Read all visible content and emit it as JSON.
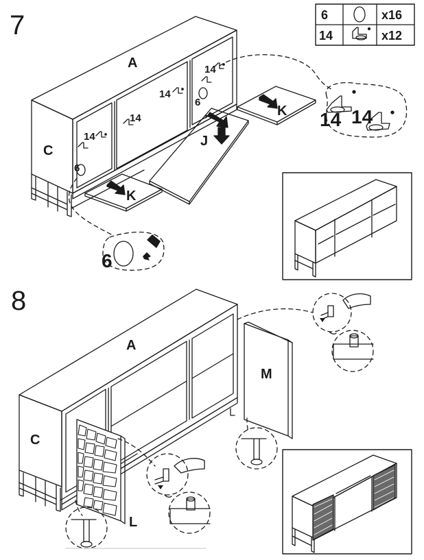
{
  "step7": {
    "number": "7",
    "parts_table": {
      "rows": [
        {
          "part_id": "6",
          "icon": "cam-lock-disc-icon",
          "qty": "x16"
        },
        {
          "part_id": "14",
          "icon": "shelf-support-bracket-icon",
          "qty": "x12"
        }
      ]
    },
    "labels": {
      "top": "A",
      "side": "C",
      "shelf_center": "J",
      "shelf_left": "K",
      "shelf_right": "K"
    },
    "callouts": {
      "bracket_tl": "14",
      "bracket_tc": "14",
      "bracket_cm": "14",
      "bracket_l": "14",
      "cam_l": "6",
      "cam_r": "6",
      "detail_bracket_a": "14",
      "detail_bracket_b": "14",
      "detail_cam": "6"
    }
  },
  "step8": {
    "number": "8",
    "labels": {
      "top": "A",
      "side": "C",
      "door_right": "M",
      "door_left": "L"
    }
  }
}
